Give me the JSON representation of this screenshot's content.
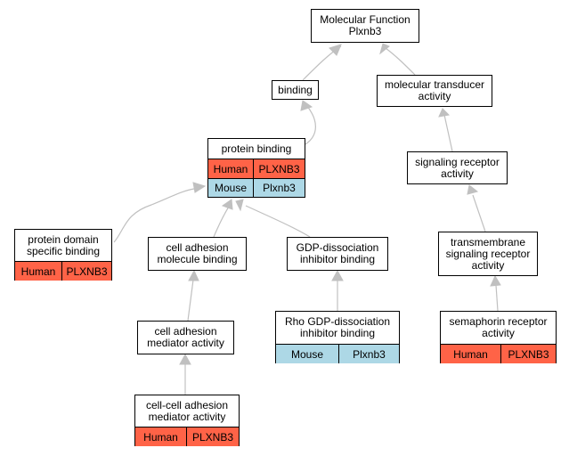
{
  "colors": {
    "human": "#ff6347",
    "mouse": "#add8e6",
    "edge": "#c0c0c0",
    "border": "#000000"
  },
  "nodes": {
    "mf": {
      "label": "Molecular Function\nPlxnb3"
    },
    "binding": {
      "label": "binding"
    },
    "mta": {
      "label": "molecular transducer\nactivity"
    },
    "pb": {
      "label": "protein binding",
      "rows": [
        {
          "species": "Human",
          "gene": "PLXNB3"
        },
        {
          "species": "Mouse",
          "gene": "Plxnb3"
        }
      ]
    },
    "sra": {
      "label": "signaling receptor\nactivity"
    },
    "pdsb": {
      "label": "protein domain\nspecific binding",
      "rows": [
        {
          "species": "Human",
          "gene": "PLXNB3"
        }
      ]
    },
    "camb": {
      "label": "cell adhesion\nmolecule binding"
    },
    "gdib": {
      "label": "GDP-dissociation\ninhibitor binding"
    },
    "tsra": {
      "label": "transmembrane\nsignaling receptor\nactivity"
    },
    "cama": {
      "label": "cell adhesion\nmediator activity"
    },
    "rgdib": {
      "label": "Rho GDP-dissociation\ninhibitor binding",
      "rows": [
        {
          "species": "Mouse",
          "gene": "Plxnb3"
        }
      ]
    },
    "semra": {
      "label": "semaphorin receptor\nactivity",
      "rows": [
        {
          "species": "Human",
          "gene": "PLXNB3"
        }
      ]
    },
    "ccama": {
      "label": "cell-cell adhesion\nmediator activity",
      "rows": [
        {
          "species": "Human",
          "gene": "PLXNB3"
        }
      ]
    }
  }
}
